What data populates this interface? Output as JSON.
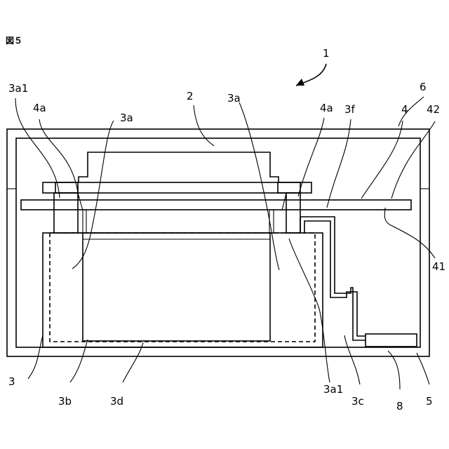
{
  "figure_label": "図５",
  "labels": {
    "l1": "1",
    "l2": "2",
    "l3a1_left": "3a1",
    "l4a_left": "4a",
    "l3a_left": "3a",
    "l3a_top": "3a",
    "l4a_right": "4a",
    "l3f": "3f",
    "l4": "4",
    "l6": "6",
    "l42": "42",
    "l41": "41",
    "l3": "3",
    "l3b": "3b",
    "l3d": "3d",
    "l3a1_right": "3a1",
    "l3c": "3c",
    "l8": "8",
    "l5": "5"
  }
}
